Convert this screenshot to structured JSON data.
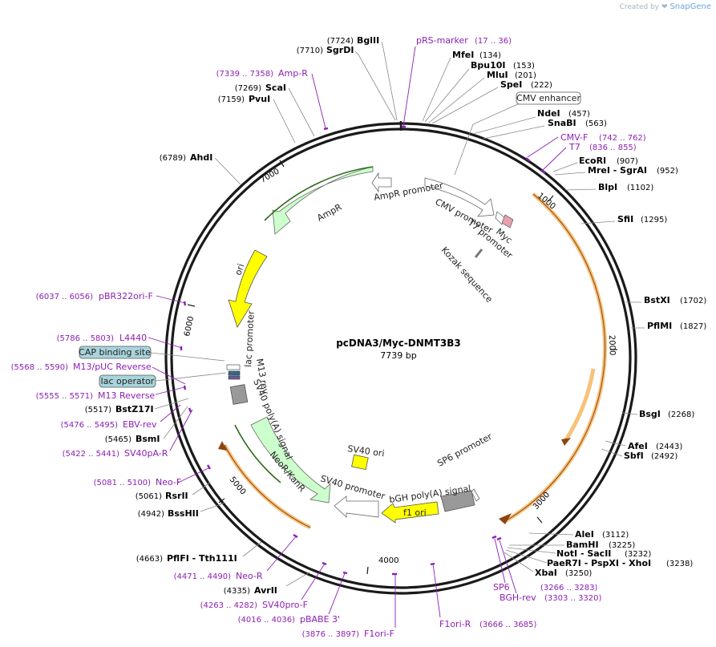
{
  "brand": {
    "created_by": "Created by",
    "logo_icon": "snapgene-logo-icon",
    "name": "SnapGene"
  },
  "plasmid": {
    "name": "pcDNA3/Myc-DNMT3B3",
    "size_label": "7739 bp",
    "length": 7739
  },
  "ticks": [
    {
      "pos": 1000,
      "label": "1000"
    },
    {
      "pos": 2000,
      "label": "2000"
    },
    {
      "pos": 3000,
      "label": "3000"
    },
    {
      "pos": 4000,
      "label": "4000"
    },
    {
      "pos": 5000,
      "label": "5000"
    },
    {
      "pos": 6000,
      "label": "6000"
    },
    {
      "pos": 7000,
      "label": "7000"
    }
  ],
  "enzymes": [
    {
      "name": "BglII",
      "pos_label": "(7724)",
      "pos": 7724
    },
    {
      "name": "SgrDI",
      "pos_label": "(7710)",
      "pos": 7710
    },
    {
      "name": "MfeI",
      "pos_label": "(134)",
      "pos": 134
    },
    {
      "name": "Bpu10I",
      "pos_label": "(153)",
      "pos": 153
    },
    {
      "name": "MluI",
      "pos_label": "(201)",
      "pos": 201
    },
    {
      "name": "SpeI",
      "pos_label": "(222)",
      "pos": 222
    },
    {
      "name": "NdeI",
      "pos_label": "(457)",
      "pos": 457
    },
    {
      "name": "SnaBI",
      "pos_label": "(563)",
      "pos": 563
    },
    {
      "name": "EcoRI",
      "pos_label": "(907)",
      "pos": 907
    },
    {
      "name": "MreI - SgrAI",
      "pos_label": "(952)",
      "pos": 952
    },
    {
      "name": "BlpI",
      "pos_label": "(1102)",
      "pos": 1102
    },
    {
      "name": "SfiI",
      "pos_label": "(1295)",
      "pos": 1295
    },
    {
      "name": "BstXI",
      "pos_label": "(1702)",
      "pos": 1702
    },
    {
      "name": "PflMI",
      "pos_label": "(1827)",
      "pos": 1827
    },
    {
      "name": "BsgI",
      "pos_label": "(2268)",
      "pos": 2268
    },
    {
      "name": "AfeI",
      "pos_label": "(2443)",
      "pos": 2443
    },
    {
      "name": "SbfI",
      "pos_label": "(2492)",
      "pos": 2492
    },
    {
      "name": "AleI",
      "pos_label": "(3112)",
      "pos": 3112
    },
    {
      "name": "BamHI",
      "pos_label": "(3225)",
      "pos": 3225
    },
    {
      "name": "NotI - SacII",
      "pos_label": "(3232)",
      "pos": 3232
    },
    {
      "name": "PaeR7I - PspXI - XhoI",
      "pos_label": "(3238)",
      "pos": 3238
    },
    {
      "name": "XbaI",
      "pos_label": "(3250)",
      "pos": 3250
    },
    {
      "name": "AvrII",
      "pos_label": "(4335)",
      "pos": 4335
    },
    {
      "name": "PflFI - Tth111I",
      "pos_label": "(4663)",
      "pos": 4663
    },
    {
      "name": "BssHII",
      "pos_label": "(4942)",
      "pos": 4942
    },
    {
      "name": "RsrII",
      "pos_label": "(5061)",
      "pos": 5061
    },
    {
      "name": "BsmI",
      "pos_label": "(5465)",
      "pos": 5465
    },
    {
      "name": "BstZ17I",
      "pos_label": "(5517)",
      "pos": 5517
    },
    {
      "name": "AhdI",
      "pos_label": "(6789)",
      "pos": 6789
    },
    {
      "name": "PvuI",
      "pos_label": "(7159)",
      "pos": 7159
    },
    {
      "name": "ScaI",
      "pos_label": "(7269)",
      "pos": 7269
    }
  ],
  "primers": [
    {
      "name": "pRS-marker",
      "range": "(17 .. 36)",
      "pos": 27
    },
    {
      "name": "CMV-F",
      "range": "(742 .. 762)",
      "pos": 752
    },
    {
      "name": "T7",
      "range": "(836 .. 855)",
      "pos": 846
    },
    {
      "name": "SP6",
      "range": "(3266 .. 3283)",
      "pos": 3275
    },
    {
      "name": "BGH-rev",
      "range": "(3303 .. 3320)",
      "pos": 3312
    },
    {
      "name": "F1ori-R",
      "range": "(3666 .. 3685)",
      "pos": 3676
    },
    {
      "name": "F1ori-F",
      "range": "(3876 .. 3897)",
      "pos": 3887
    },
    {
      "name": "pBABE 3'",
      "range": "(4016 .. 4036)",
      "pos": 4026
    },
    {
      "name": "SV40pro-F",
      "range": "(4263 .. 4282)",
      "pos": 4273
    },
    {
      "name": "Neo-R",
      "range": "(4471 .. 4490)",
      "pos": 4481
    },
    {
      "name": "Neo-F",
      "range": "(5081 .. 5100)",
      "pos": 5091
    },
    {
      "name": "SV40pA-R",
      "range": "(5422 .. 5441)",
      "pos": 5432
    },
    {
      "name": "EBV-rev",
      "range": "(5476 .. 5495)",
      "pos": 5486
    },
    {
      "name": "M13 Reverse",
      "range": "(5555 .. 5571)",
      "pos": 5563
    },
    {
      "name": "M13/pUC Reverse",
      "range": "(5568 .. 5590)",
      "pos": 5579
    },
    {
      "name": "L4440",
      "range": "(5786 .. 5803)",
      "pos": 5795
    },
    {
      "name": "pBR322ori-F",
      "range": "(6037 .. 6056)",
      "pos": 6047
    },
    {
      "name": "Amp-R",
      "range": "(7339 .. 7358)",
      "pos": 7349
    }
  ],
  "boxed_features": [
    {
      "name": "CMV enhancer"
    },
    {
      "name": "CAP binding site"
    },
    {
      "name": "lac operator"
    }
  ],
  "features": [
    {
      "name": "AmpR",
      "color": "#ccffcc"
    },
    {
      "name": "AmpR promoter",
      "color": "#ffffff"
    },
    {
      "name": "CMV promoter",
      "color": "#ffffff"
    },
    {
      "name": "T7 promoter",
      "color": "#ffffff"
    },
    {
      "name": "Myc",
      "color": "#e8a0b0"
    },
    {
      "name": "Kozak sequence",
      "color": "#999999"
    },
    {
      "name": "ori",
      "color": "#ffff00"
    },
    {
      "name": "lac promoter",
      "color": "#ffffff"
    },
    {
      "name": "M13 rev",
      "color": "#ffffff"
    },
    {
      "name": "SV40 poly(A) signal",
      "color": "#999999"
    },
    {
      "name": "NeoR/KanR",
      "color": "#ccffcc"
    },
    {
      "name": "SV40 ori",
      "color": "#ffff00"
    },
    {
      "name": "SV40 promoter",
      "color": "#ffffff"
    },
    {
      "name": "f1 ori",
      "color": "#ffff00"
    },
    {
      "name": "bGH poly(A) signal",
      "color": "#999999"
    },
    {
      "name": "SP6 promoter",
      "color": "#ffffff"
    }
  ],
  "colors": {
    "backbone": "#1a1a1a",
    "primer": "#8b1fb3",
    "orf_arc": "#f7c27a",
    "orf_arrow": "#8b4513",
    "resistance": "#ccffcc",
    "ori": "#ffff00"
  }
}
